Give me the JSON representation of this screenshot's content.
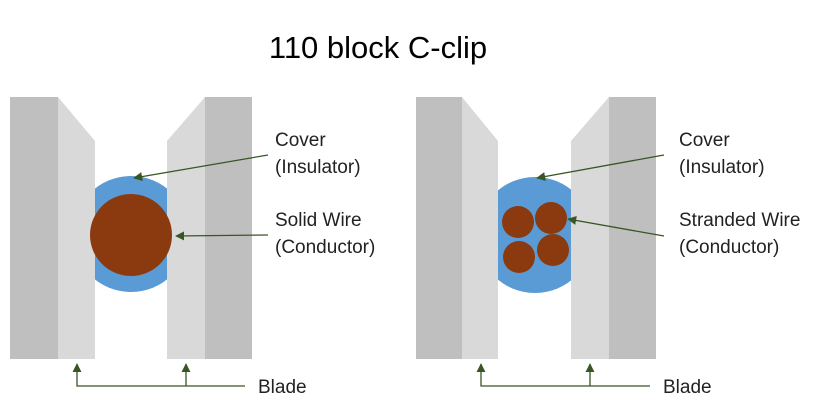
{
  "title": "110 block C-clip",
  "colors": {
    "blade_dark": "#BFBFBF",
    "blade_light": "#D9D9D9",
    "insulator": "#5B9BD5",
    "conductor": "#8B3A0F",
    "leader": "#375623"
  },
  "left_panel": {
    "cover_line1": "Cover",
    "cover_line2": "(Insulator)",
    "wire_line1": "Solid Wire",
    "wire_line2": "(Conductor)",
    "blade_label": "Blade"
  },
  "right_panel": {
    "cover_line1": "Cover",
    "cover_line2": "(Insulator)",
    "wire_line1": "Stranded Wire",
    "wire_line2": "(Conductor)",
    "blade_label": "Blade"
  }
}
